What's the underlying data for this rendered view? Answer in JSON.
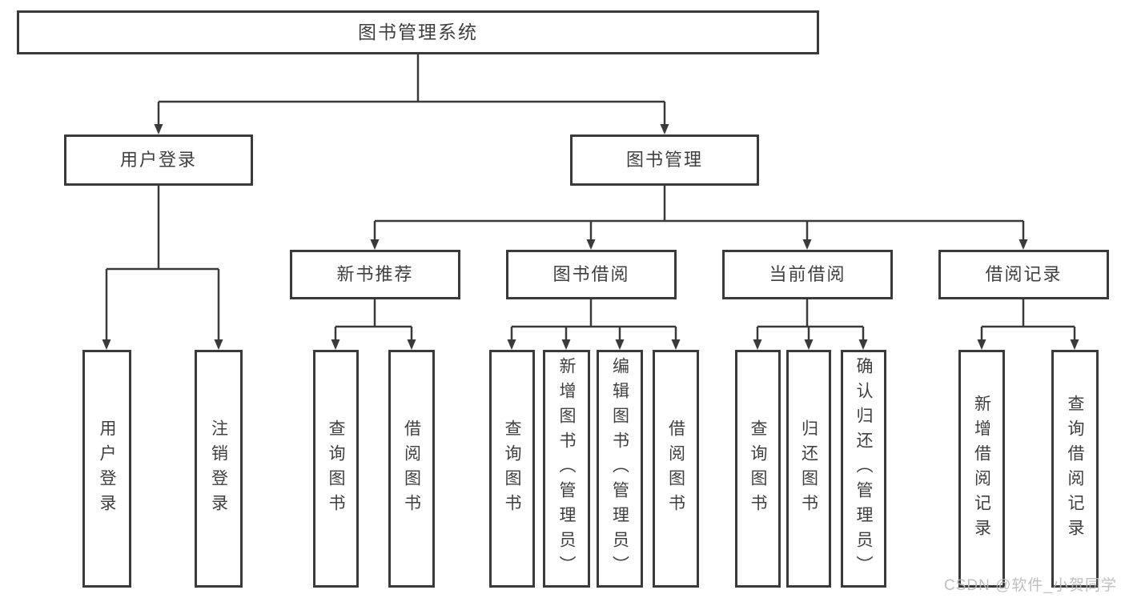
{
  "tree": {
    "label": "图书管理系统",
    "children": [
      {
        "label": "用户登录",
        "children": [
          {
            "label": "用户登录"
          },
          {
            "label": "注销登录"
          }
        ]
      },
      {
        "label": "图书管理",
        "children": [
          {
            "label": "新书推荐",
            "children": [
              {
                "label": "查询图书"
              },
              {
                "label": "借阅图书"
              }
            ]
          },
          {
            "label": "图书借阅",
            "children": [
              {
                "label": "查询图书"
              },
              {
                "label": "新增图书（管理员）"
              },
              {
                "label": "编辑图书（管理员）"
              },
              {
                "label": "借阅图书"
              }
            ]
          },
          {
            "label": "当前借阅",
            "children": [
              {
                "label": "查询图书"
              },
              {
                "label": "归还图书"
              },
              {
                "label": "确认归还（管理员）"
              }
            ]
          },
          {
            "label": "借阅记录",
            "children": [
              {
                "label": "新增借阅记录"
              },
              {
                "label": "查询借阅记录"
              }
            ]
          }
        ]
      }
    ]
  },
  "watermark": "CSDN @软件_小贺同学",
  "colors": {
    "line": "#3a3a3a",
    "text": "#3f3f3f",
    "watermark": "#b9b9b9",
    "background": "#ffffff"
  }
}
